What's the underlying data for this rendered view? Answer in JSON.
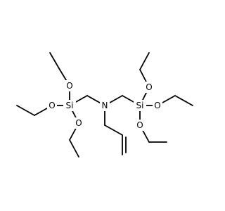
{
  "molecule": {
    "atoms": {
      "n": "N",
      "si_left": "Si",
      "si_right": "Si",
      "o_left_top": "O",
      "o_left_mid": "O",
      "o_left_bottom": "O",
      "o_right_top": "O",
      "o_right_mid": "O",
      "o_right_bottom": "O"
    }
  }
}
